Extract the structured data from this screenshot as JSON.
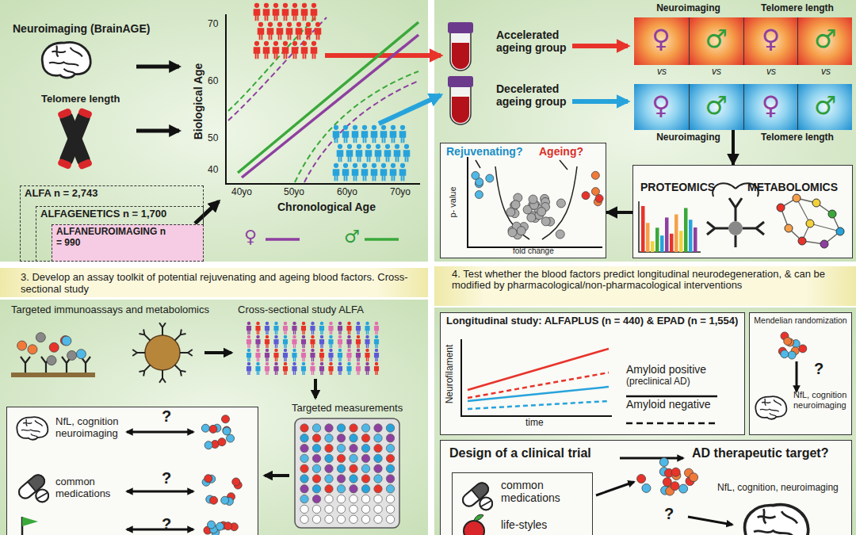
{
  "diagram": {
    "nodes": [
      {
        "text": [
          "ALFA n = 2,743"
        ]
      },
      {
        "text": [
          "ALFAGENETICS n = 1,700"
        ],
        "in": 0
      },
      {
        "text": [
          "ALFANEUROIMAGING n = 990"
        ],
        "in": 1
      },
      {
        "text": [
          "Neuroimaging",
          "Telomere length"
        ]
      },
      {
        "text": [
          "♀"
        ],
        "in": 3
      },
      {
        "text": [
          "♂"
        ],
        "in": 3
      },
      {
        "text": [
          "♀"
        ],
        "in": 3
      },
      {
        "text": [
          "♂"
        ],
        "in": 3
      },
      {
        "text": [
          "Neuroimaging",
          "Telomere length"
        ]
      },
      {
        "text": [
          "♀"
        ],
        "in": 8
      },
      {
        "text": [
          "♂"
        ],
        "in": 8
      },
      {
        "text": [
          "♀"
        ],
        "in": 8
      },
      {
        "text": [
          "♂"
        ],
        "in": 8
      },
      {
        "text": [
          "PROTEOMICS",
          "METABOLOMICS"
        ]
      },
      {
        "text": [
          "Rejuvenating?",
          "Ageing?",
          "p- value",
          "fold change"
        ]
      },
      {
        "text": [
          "3. Develop an assay toolkit of potential rejuvenating and ageing blood factors. Cross-sectional study"
        ]
      },
      {
        "text": [
          "4. Test whether the blood factors predict longitudinal neurodegeneration, & can be modified by pharmacological/non-pharmacological interventions"
        ]
      },
      {
        "text": [
          "NfL, cognition neuroimaging",
          "?",
          "common medications",
          "?",
          "?"
        ]
      },
      {
        "text": [
          "Longitudinal study: ALFAPLUS (n = 440) & EPAD (n = 1,554)",
          "Neurofilament",
          "time",
          "Amyloid positive",
          "(preclinical AD)",
          "Amyloid negative"
        ]
      },
      {
        "text": [
          "Mendelian randomization",
          "?",
          "NfL, cognition neuroimaging"
        ]
      },
      {
        "text": [
          "Design of a clinical trial",
          "AD therapeutic target?",
          "?",
          "NfL, cognition, neuroimaging"
        ]
      },
      {
        "text": [
          "common medications",
          "life-styles"
        ],
        "in": 20
      }
    ],
    "edges": [
      {
        "from": 8,
        "to": 13,
        "arrow": "to"
      },
      {
        "from": 13,
        "to": 14,
        "arrow": "to"
      }
    ],
    "labels": [
      "Neuroimaging (BrainAGE)",
      "Telomere length",
      "Biological Age",
      "70",
      "60",
      "50",
      "40",
      "40yo",
      "50yo",
      "60yo",
      "70yo",
      "Chronological Age",
      "Accelerated ageing group",
      "Decelerated ageing group",
      "vs",
      "vs",
      "vs",
      "vs",
      "Targeted immunoassays and metabolomics",
      "Cross-sectional study ALFA",
      "Targeted measurements"
    ],
    "legend": [
      {
        "text": "♀"
      },
      {
        "text": "♂"
      }
    ]
  }
}
